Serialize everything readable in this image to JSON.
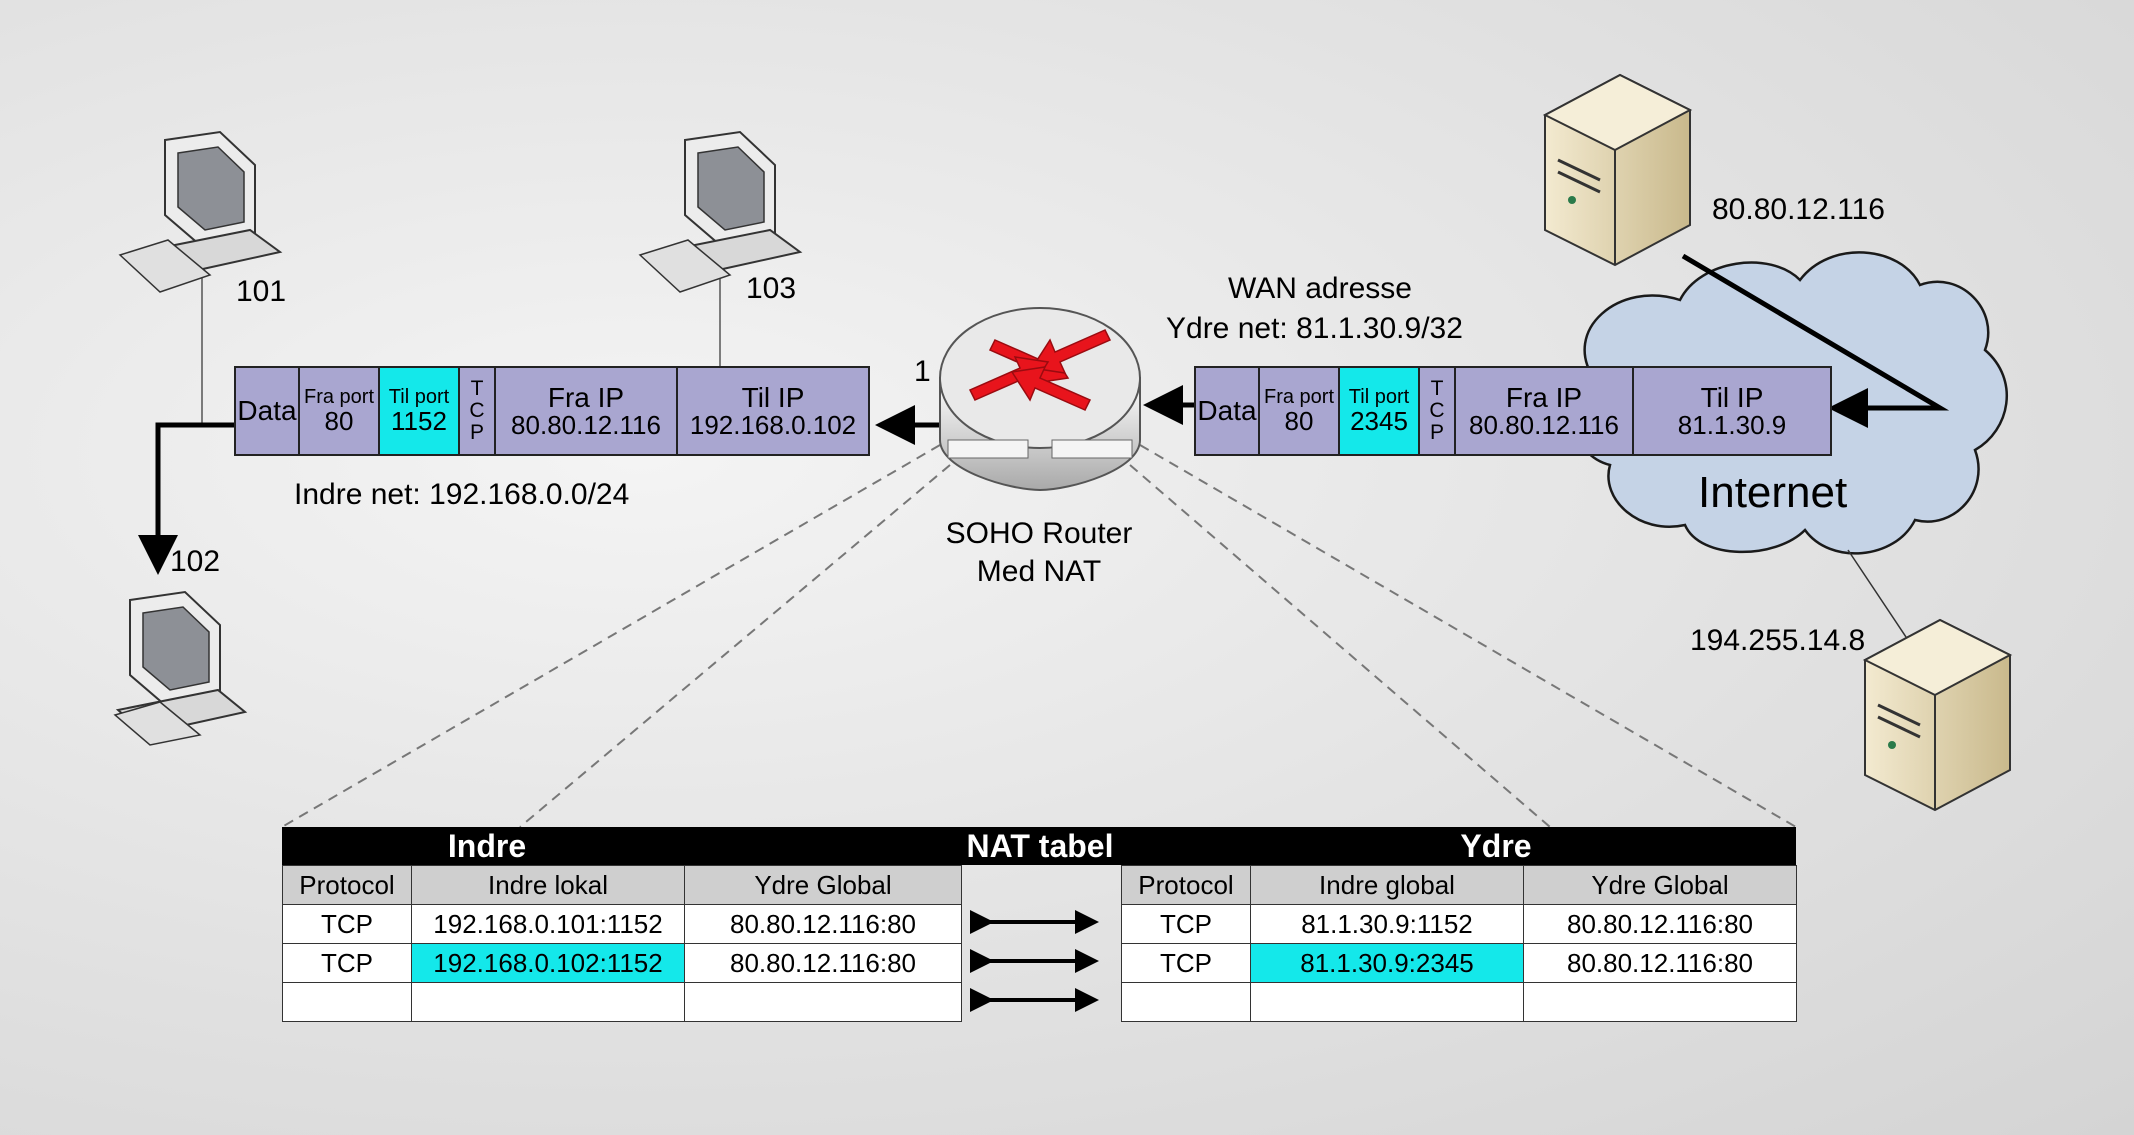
{
  "hosts": {
    "pc101": "101",
    "pc102": "102",
    "pc103": "103"
  },
  "router": {
    "label_line1": "SOHO Router",
    "label_line2": "Med NAT",
    "port_label": "1"
  },
  "networks": {
    "inner": "Indre net: 192.168.0.0/24",
    "wan_title": "WAN adresse",
    "wan_net": "Ydre net: 81.1.30.9/32",
    "internet": "Internet",
    "server_top_ip": "80.80.12.116",
    "server_bottom_ip": "194.255.14.8"
  },
  "packet_left": {
    "data": "Data",
    "from_port_label": "Fra port",
    "from_port": "80",
    "to_port_label": "Til port",
    "to_port": "1152",
    "tcp": [
      "T",
      "C",
      "P"
    ],
    "from_ip_label": "Fra IP",
    "from_ip": "80.80.12.116",
    "to_ip_label": "Til IP",
    "to_ip": "192.168.0.102"
  },
  "packet_right": {
    "data": "Data",
    "from_port_label": "Fra port",
    "from_port": "80",
    "to_port_label": "Til port",
    "to_port": "2345",
    "tcp": [
      "T",
      "C",
      "P"
    ],
    "from_ip_label": "Fra IP",
    "from_ip": "80.80.12.116",
    "to_ip_label": "Til IP",
    "to_ip": "81.1.30.9"
  },
  "nat_table": {
    "title": "NAT tabel",
    "inner_title": "Indre",
    "outer_title": "Ydre",
    "inner_headers": [
      "Protocol",
      "Indre lokal",
      "Ydre Global"
    ],
    "outer_headers": [
      "Protocol",
      "Indre global",
      "Ydre Global"
    ],
    "inner_rows": [
      [
        "TCP",
        "192.168.0.101:1152",
        "80.80.12.116:80"
      ],
      [
        "TCP",
        "192.168.0.102:1152",
        "80.80.12.116:80"
      ],
      [
        "",
        "",
        ""
      ]
    ],
    "outer_rows": [
      [
        "TCP",
        "81.1.30.9:1152",
        "80.80.12.116:80"
      ],
      [
        "TCP",
        "81.1.30.9:2345",
        "80.80.12.116:80"
      ],
      [
        "",
        "",
        ""
      ]
    ]
  },
  "colors": {
    "packet_cell": "#a9a6d0",
    "highlight": "#14e8ea",
    "cloud": "#c5d3e6",
    "router_arrows": "#e8141c"
  }
}
